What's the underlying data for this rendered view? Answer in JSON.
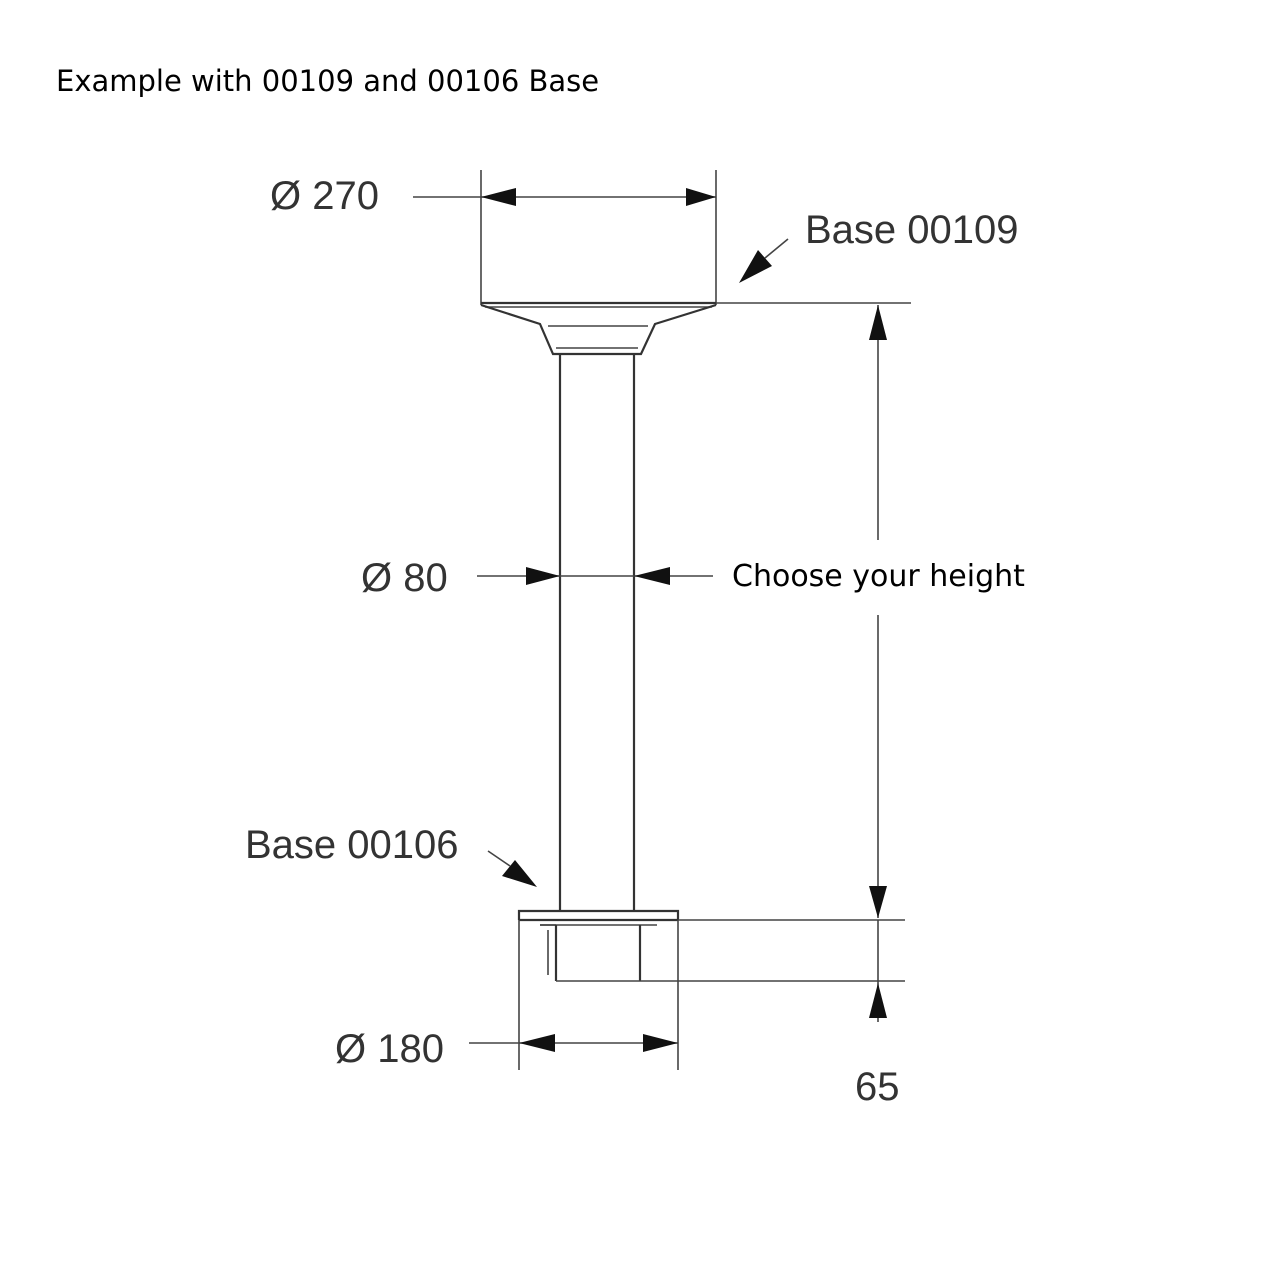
{
  "caption": "Example with 00109 and 00106 Base",
  "labels": {
    "top_diameter": "Ø 270",
    "top_base": "Base 00109",
    "column_diameter": "Ø 80",
    "height_note": "Choose your height",
    "bottom_base": "Base 00106",
    "bottom_diameter": "Ø 180",
    "bottom_height": "65"
  }
}
